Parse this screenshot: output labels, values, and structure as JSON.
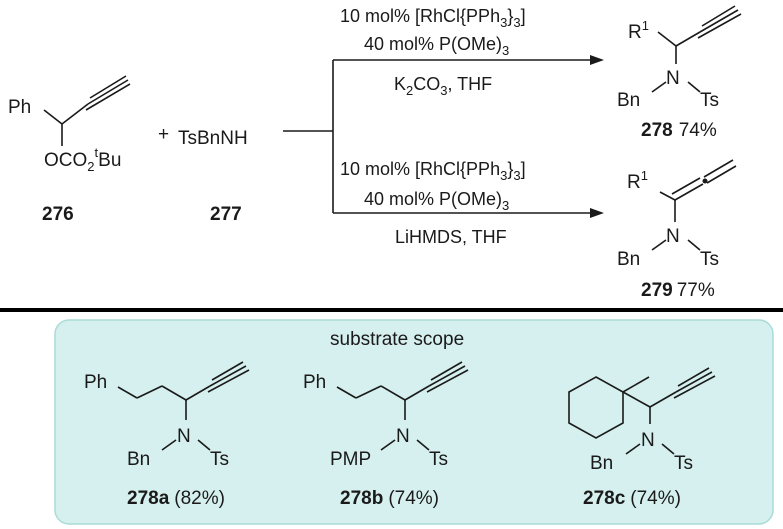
{
  "colors": {
    "ink": "#1a1a1a",
    "scope_panel_fill": "#d5f0ee",
    "scope_panel_stroke": "#a9dcd8",
    "divider": "#000000"
  },
  "reaction": {
    "sm1": {
      "compound_number": "276",
      "ph": "Ph",
      "ester_prefix": "OCO",
      "ester_sub": "2",
      "ester_sup": "t",
      "ester_suffix": "Bu"
    },
    "plus": "+",
    "sm2": {
      "compound_number": "277",
      "formula": "TsBnNH"
    },
    "top_conditions": {
      "line1": {
        "pre": "10 mol% [RhCl{PPh",
        "sub": "3",
        "mid": "}",
        "sub2": "3",
        "post": "]"
      },
      "line2": {
        "pre": "40 mol% P(OMe)",
        "sub": "3"
      },
      "line3": {
        "pre": "K",
        "sub": "2",
        "mid": "CO",
        "sub2": "3",
        "post": ", THF"
      }
    },
    "bottom_conditions": {
      "line1": {
        "pre": "10 mol% [RhCl{PPh",
        "sub": "3",
        "mid": "}",
        "sub2": "3",
        "post": "]"
      },
      "line2": {
        "pre": "40 mol% P(OMe)",
        "sub": "3"
      },
      "line3": "LiHMDS, THF"
    },
    "product_278": {
      "r": "R",
      "r_sup": "1",
      "n": "N",
      "bn": "Bn",
      "ts": "Ts",
      "compound_number": "278",
      "yield": "74%"
    },
    "product_279": {
      "r": "R",
      "r_sup": "1",
      "n": "N",
      "bn": "Bn",
      "ts": "Ts",
      "compound_number": "279",
      "yield": "77%"
    }
  },
  "scope": {
    "title": "substrate scope",
    "items": [
      {
        "ph": "Ph",
        "n": "N",
        "left_group": "Bn",
        "ts": "Ts",
        "compound_number": "278a",
        "yield": "(82%)"
      },
      {
        "ph": "Ph",
        "n": "N",
        "left_group": "PMP",
        "ts": "Ts",
        "compound_number": "278b",
        "yield": "(74%)"
      },
      {
        "n": "N",
        "left_group": "Bn",
        "ts": "Ts",
        "compound_number": "278c",
        "yield": "(74%)"
      }
    ]
  }
}
